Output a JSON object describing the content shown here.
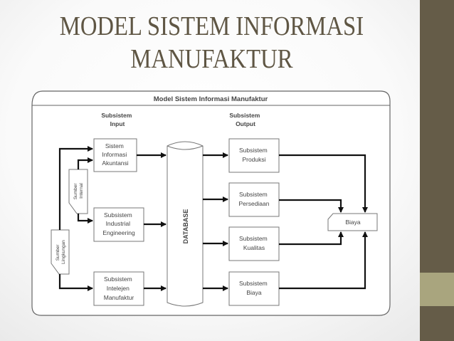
{
  "slide": {
    "title_line1": "MODEL SISTEM INFORMASI",
    "title_line2": "MANUFAKTUR",
    "colors": {
      "title": "#5f5644",
      "sidebar": "#655c48",
      "sidebar_band": "#a9a57e"
    }
  },
  "diagram": {
    "frame_title": "Model Sistem Informasi Manufaktur",
    "input_header": [
      "Subsistem",
      "Input"
    ],
    "output_header": [
      "Subsistem",
      "Output"
    ],
    "inputs": [
      {
        "lines": [
          "Sistem",
          "Informasi",
          "Akuntansi"
        ]
      },
      {
        "lines": [
          "Subsistem",
          "Industrial",
          "Engineering"
        ]
      },
      {
        "lines": [
          "Subsistem",
          "Intelejen",
          "Manufaktur"
        ]
      }
    ],
    "sources": [
      {
        "lines": [
          "Sumber",
          "Internal"
        ]
      },
      {
        "lines": [
          "Sumber",
          "Lingkungan"
        ]
      }
    ],
    "database_label": "DATABASE",
    "outputs": [
      {
        "lines": [
          "Subsistem",
          "Produksi"
        ]
      },
      {
        "lines": [
          "Subsistem",
          "Persediaan"
        ]
      },
      {
        "lines": [
          "Subsistem",
          "Kualitas"
        ]
      },
      {
        "lines": [
          "Subsistem",
          "Biaya"
        ]
      }
    ],
    "sink_label": "Biaya"
  }
}
